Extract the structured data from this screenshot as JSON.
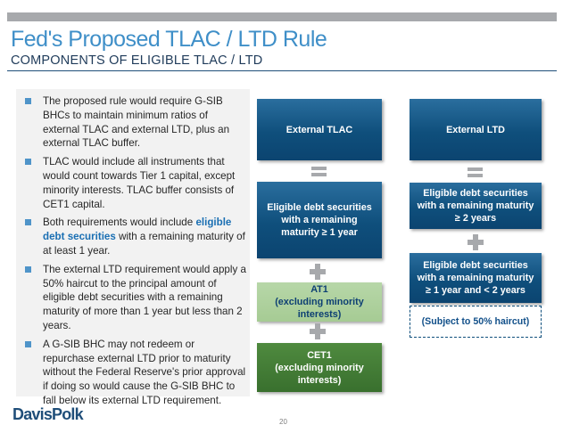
{
  "header": {
    "title": "Fed's Proposed TLAC / LTD Rule",
    "subtitle": "COMPONENTS OF ELIGIBLE TLAC / LTD"
  },
  "bullets": [
    "The proposed rule would require G-SIB BHCs to maintain minimum ratios of external TLAC and external LTD, plus an external TLAC buffer.",
    "TLAC would include all instruments that would count towards Tier 1 capital, except minority interests. TLAC buffer consists of CET1 capital.",
    {
      "pre": "Both requirements would include ",
      "highlight": "eligible debt securities",
      "post": " with a remaining maturity of at least 1 year."
    },
    "The external LTD requirement would apply a 50% haircut to the principal amount of eligible debt securities with a remaining maturity of more than 1 year but less than 2 years.",
    "A G-SIB BHC may not redeem or repurchase external LTD prior to maturity without the Federal Reserve's prior approval if doing so would cause the G-SIB BHC to fall below its external LTD requirement."
  ],
  "diagram": {
    "tlac_header": "External TLAC",
    "tlac_debt": "Eligible debt securities with a remaining maturity ≥ 1 year",
    "tlac_at1": "AT1\n(excluding minority interests)",
    "tlac_cet1": "CET1\n(excluding minority interests)",
    "ltd_header": "External LTD",
    "ltd_debt_long": "Eligible debt securities with a remaining maturity ≥ 2 years",
    "ltd_debt_short": "Eligible debt securities with a remaining maturity ≥ 1 year and < 2 years",
    "ltd_note": "(Subject to 50% haircut)"
  },
  "footer": {
    "logo": "DavisPolk",
    "page_number": "20"
  },
  "colors": {
    "title": "#3f8fc8",
    "box_blue": "#0f4f7c",
    "box_green_dark": "#39702e",
    "box_green_light": "#a6cb94",
    "highlight": "#1a6fb3",
    "operator_gray": "#a7a9ac"
  }
}
